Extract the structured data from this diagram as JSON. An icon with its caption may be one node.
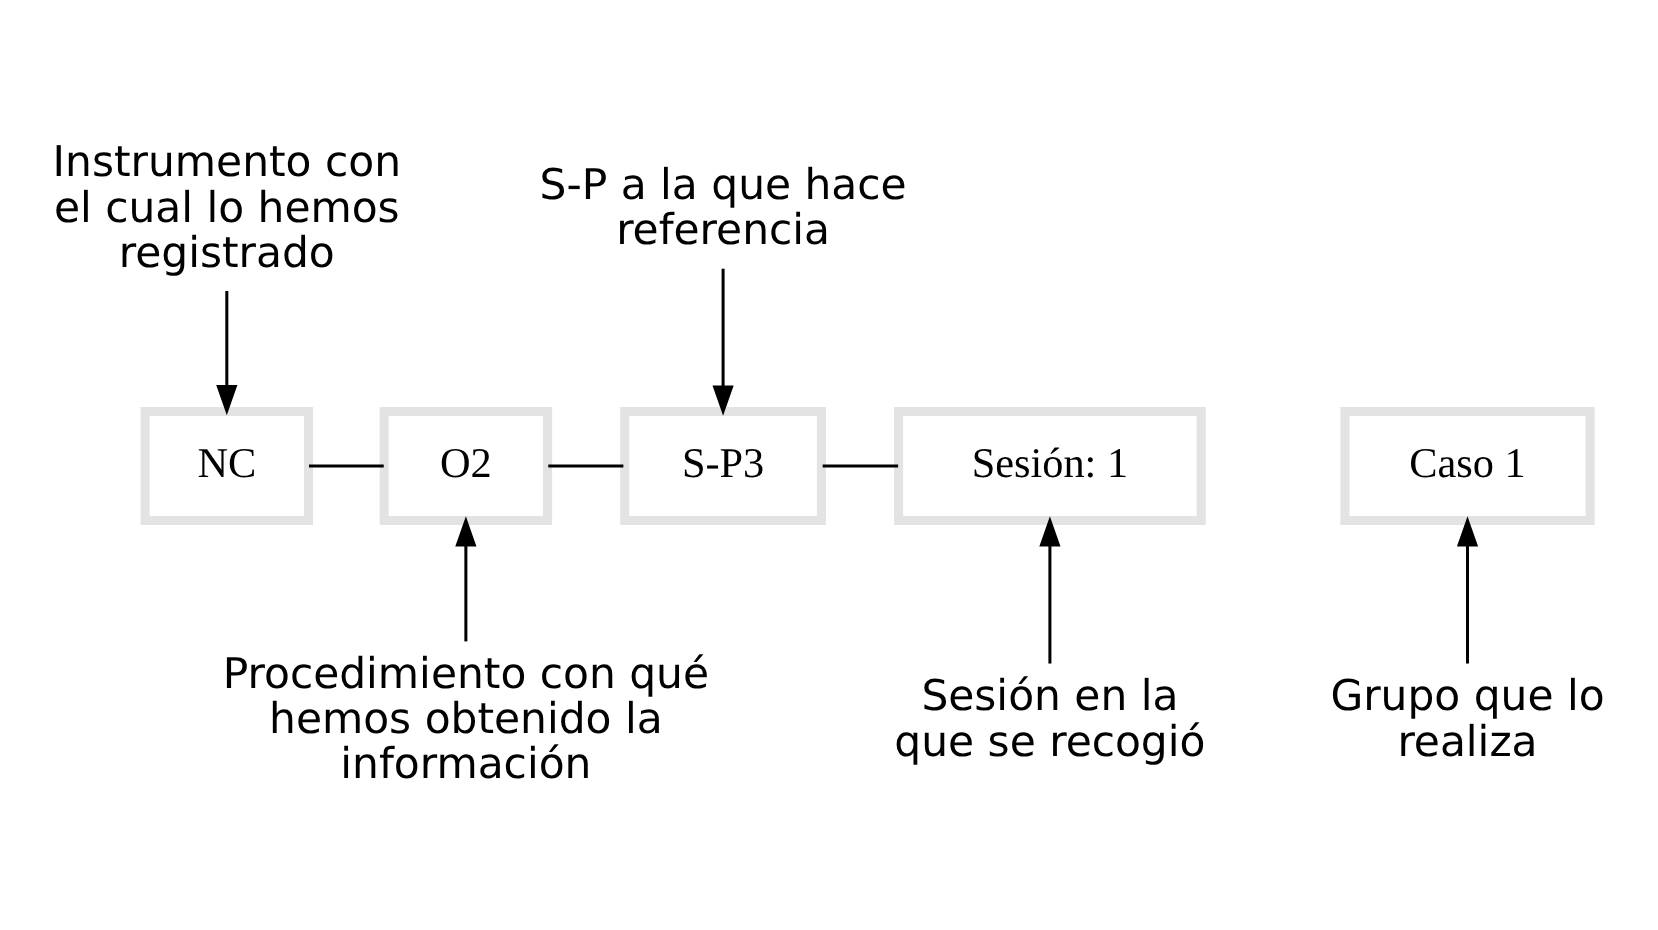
{
  "diagram": {
    "nodes": [
      {
        "text": [
          "Instrumento con el cual lo hemos registrado"
        ]
      },
      {
        "text": [
          "S-P a la que hace referencia"
        ]
      },
      {
        "text": [
          "Caso 1"
        ]
      },
      {
        "text": [
          "NC"
        ]
      },
      {
        "text": [
          "O2"
        ]
      },
      {
        "text": [
          "S-P3"
        ]
      },
      {
        "text": [
          "Sesión: 1"
        ]
      },
      {
        "text": [
          "Grupo que lo realiza"
        ]
      },
      {
        "text": [
          "Procedimiento con qué hemos obtenido la información"
        ]
      },
      {
        "text": [
          "Sesión en la que se recogió"
        ]
      }
    ],
    "edges": [
      {
        "from": 0,
        "to": 3,
        "arrow": "to"
      },
      {
        "from": 1,
        "to": 5,
        "arrow": "to"
      },
      {
        "from": 7,
        "to": 2,
        "arrow": "to"
      },
      {
        "from": 8,
        "to": 4,
        "arrow": "to"
      },
      {
        "from": 9,
        "to": 6,
        "arrow": "to"
      },
      {
        "from": 3,
        "to": 4,
        "arrow": "none"
      },
      {
        "from": 4,
        "to": 5,
        "arrow": "none"
      },
      {
        "from": 5,
        "to": 6,
        "arrow": "none"
      }
    ]
  }
}
